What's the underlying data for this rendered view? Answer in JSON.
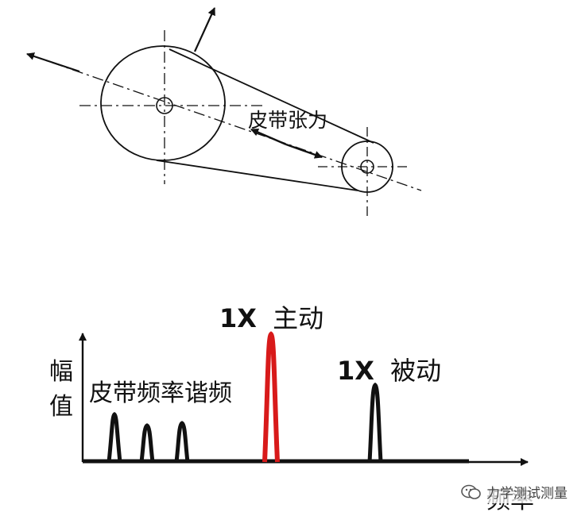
{
  "belt_diagram": {
    "tension_label": "皮带张力"
  },
  "spectrum": {
    "y_axis_label": "幅值",
    "x_axis_label": "频率",
    "harmonics_label": "皮带频率谐频",
    "driving_peak": {
      "order": "1X",
      "name": "主动"
    },
    "driven_peak": {
      "order": "1X",
      "name": "被动"
    },
    "peak_color_driving": "#d81a1a",
    "peak_color_other": "#000000"
  },
  "watermark": {
    "text": "力学测试测量",
    "icon": "wechat-icon"
  }
}
